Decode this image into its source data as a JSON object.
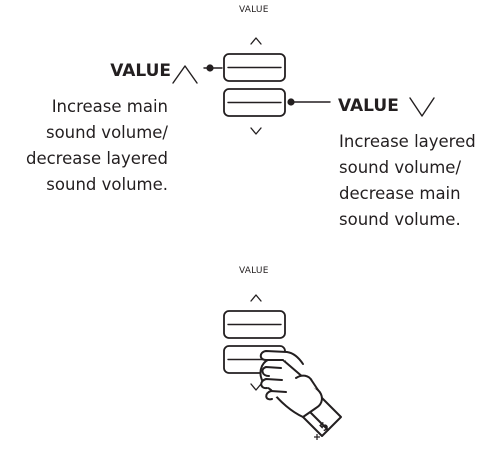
{
  "top_panel": {
    "caption": "VALUE",
    "up_arrow": "∧",
    "down_arrow": "∨"
  },
  "callout_up": {
    "label": "VALUE",
    "arrow": "∧",
    "lines": [
      "Increase main",
      "sound volume/",
      "decrease layered",
      "sound volume."
    ]
  },
  "callout_down": {
    "label": "VALUE",
    "arrow": "∨",
    "lines": [
      "Increase layered",
      "sound volume/",
      "decrease main",
      "sound volume."
    ]
  },
  "bottom_panel": {
    "caption": "VALUE",
    "up_arrow": "∧",
    "down_arrow": "∨",
    "finger_number": "5"
  },
  "colors": {
    "ink": "#231f20",
    "background": "#ffffff"
  },
  "icons": [
    "hand-pointer-icon"
  ]
}
